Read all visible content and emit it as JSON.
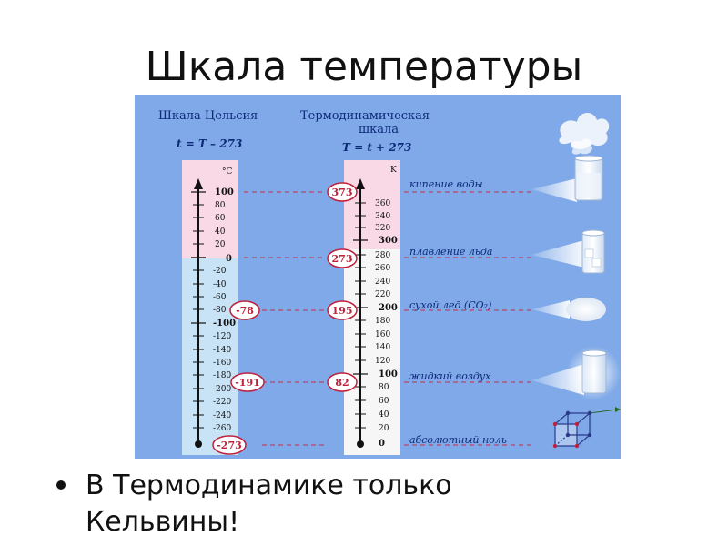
{
  "title": "Шкала температуры",
  "panel": {
    "background": "#7fa9e8",
    "celsius": {
      "heading": "Шкала Цельсия",
      "formula": "t = T – 273",
      "unit": "°C",
      "ticks": [
        "100",
        "80",
        "60",
        "40",
        "20",
        "0",
        "-20",
        "-40",
        "-60",
        "-80",
        "-100",
        "-120",
        "-140",
        "-160",
        "-180",
        "-200",
        "-220",
        "-240",
        "-260"
      ],
      "markers": [
        "-78",
        "-191",
        "-273"
      ]
    },
    "kelvin": {
      "heading_line1": "Термодинамическая",
      "heading_line2": "шкала",
      "formula": "T = t + 273",
      "unit": "K",
      "ticks": [
        "360",
        "340",
        "320",
        "300",
        "280",
        "260",
        "240",
        "220",
        "200",
        "180",
        "160",
        "140",
        "120",
        "100",
        "80",
        "60",
        "40",
        "20",
        "0"
      ],
      "markers": [
        "373",
        "273",
        "195",
        "82"
      ]
    },
    "phenomena": [
      "кипение воды",
      "плавление льда",
      "сухой лед (CO₂)",
      "жидкий воздух",
      "абсолютный ноль"
    ]
  },
  "bullet": {
    "line1": "В Термодинамике только",
    "line2": "Кельвины!"
  }
}
